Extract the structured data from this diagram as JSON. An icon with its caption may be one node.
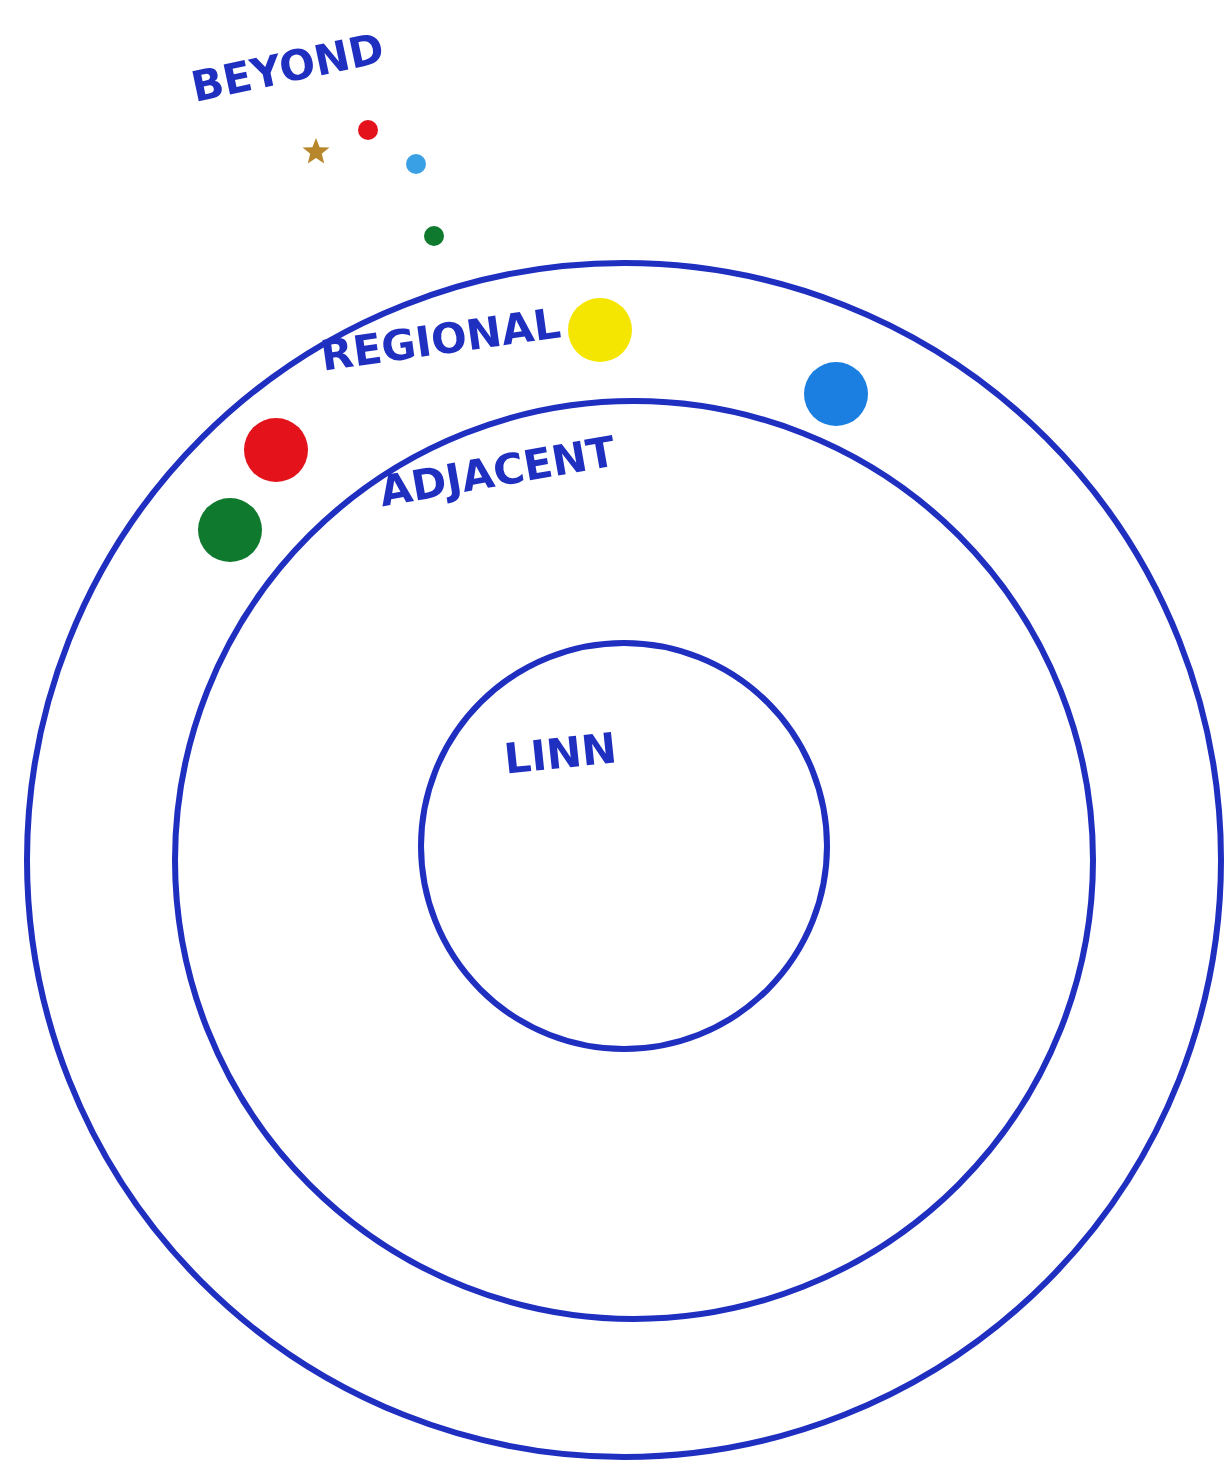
{
  "diagram": {
    "nodes": [
      {
        "text": [
          "REGIONAL"
        ]
      },
      {
        "text": [
          "ADJACENT"
        ],
        "in": 0
      },
      {
        "text": [
          "LINN"
        ],
        "in": 1
      }
    ],
    "labels": [
      "BEYOND"
    ]
  }
}
